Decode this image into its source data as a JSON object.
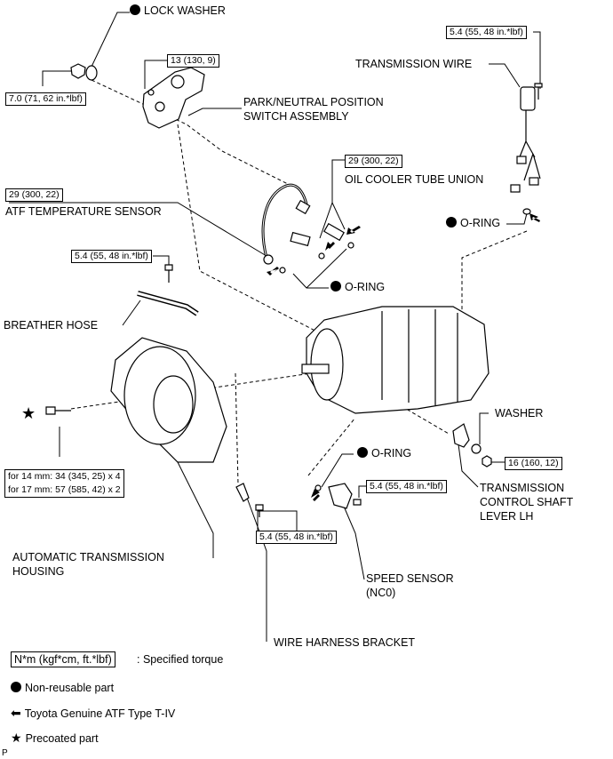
{
  "labels": {
    "lock_washer": "LOCK WASHER",
    "park_neutral_1": "PARK/NEUTRAL POSITION",
    "park_neutral_2": "SWITCH ASSEMBLY",
    "transmission_wire": "TRANSMISSION WIRE",
    "oil_cooler_tube_union": "OIL COOLER TUBE UNION",
    "atf_temp_sensor": "ATF TEMPERATURE SENSOR",
    "o_ring_top_right": "O-RING",
    "o_ring_mid": "O-RING",
    "o_ring_lower": "O-RING",
    "breather_hose": "BREATHER HOSE",
    "washer": "WASHER",
    "tcs_lever_1": "TRANSMISSION",
    "tcs_lever_2": "CONTROL SHAFT",
    "tcs_lever_3": "LEVER LH",
    "ath_1": "AUTOMATIC TRANSMISSION",
    "ath_2": "HOUSING",
    "speed_sensor_1": "SPEED SENSOR",
    "speed_sensor_2": "(NC0)",
    "wire_harness_bracket": "WIRE HARNESS BRACKET"
  },
  "torques": {
    "t_lock_washer": "7.0 (71, 62 in.*lbf)",
    "t_park_switch": "13 (130, 9)",
    "t_trans_wire": "5.4 (55, 48 in.*lbf)",
    "t_oil_cooler": "29 (300, 22)",
    "t_atf_sensor": "29 (300, 22)",
    "t_breather": "5.4 (55, 48 in.*lbf)",
    "t_housing_14": "for 14 mm: 34 (345, 25) x 4",
    "t_housing_17": "for 17 mm: 57 (585, 42) x 2",
    "t_lever_nut": "16 (160, 12)",
    "t_speed_sensor": "5.4 (55, 48 in.*lbf)",
    "t_bracket": "5.4 (55, 48 in.*lbf)"
  },
  "legend": {
    "torque_box": "N*m (kgf*cm, ft.*lbf)",
    "torque_desc": ": Specified torque",
    "non_reusable": "Non-reusable part",
    "atf": "Toyota Genuine ATF Type T-IV",
    "precoated": "Precoated part",
    "page_mark": "P"
  }
}
